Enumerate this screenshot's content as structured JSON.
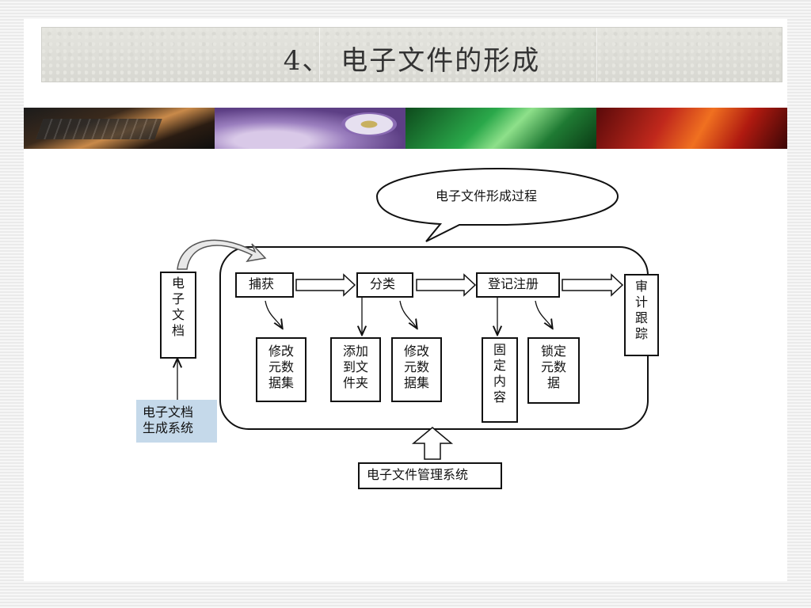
{
  "slide": {
    "title": "4、  电子文件的形成"
  },
  "diagram": {
    "callout": "电子文件形成过程",
    "source_doc": "电\n子\n文\n档",
    "source_system": "电子文档\n生成系统",
    "steps": {
      "capture": "捕获",
      "classify": "分类",
      "register": "登记注册",
      "audit": "审\n计\n跟\n踪"
    },
    "sub_actions": {
      "modify_meta_1": "修改\n元数\n据集",
      "add_to_folder": "添加\n到文\n件夹",
      "modify_meta_2": "修改\n元数\n据集",
      "fix_content": "固\n定\n内\n容",
      "lock_meta": "锁定\n元数\n据"
    },
    "management_system": "电子文件管理系统"
  }
}
